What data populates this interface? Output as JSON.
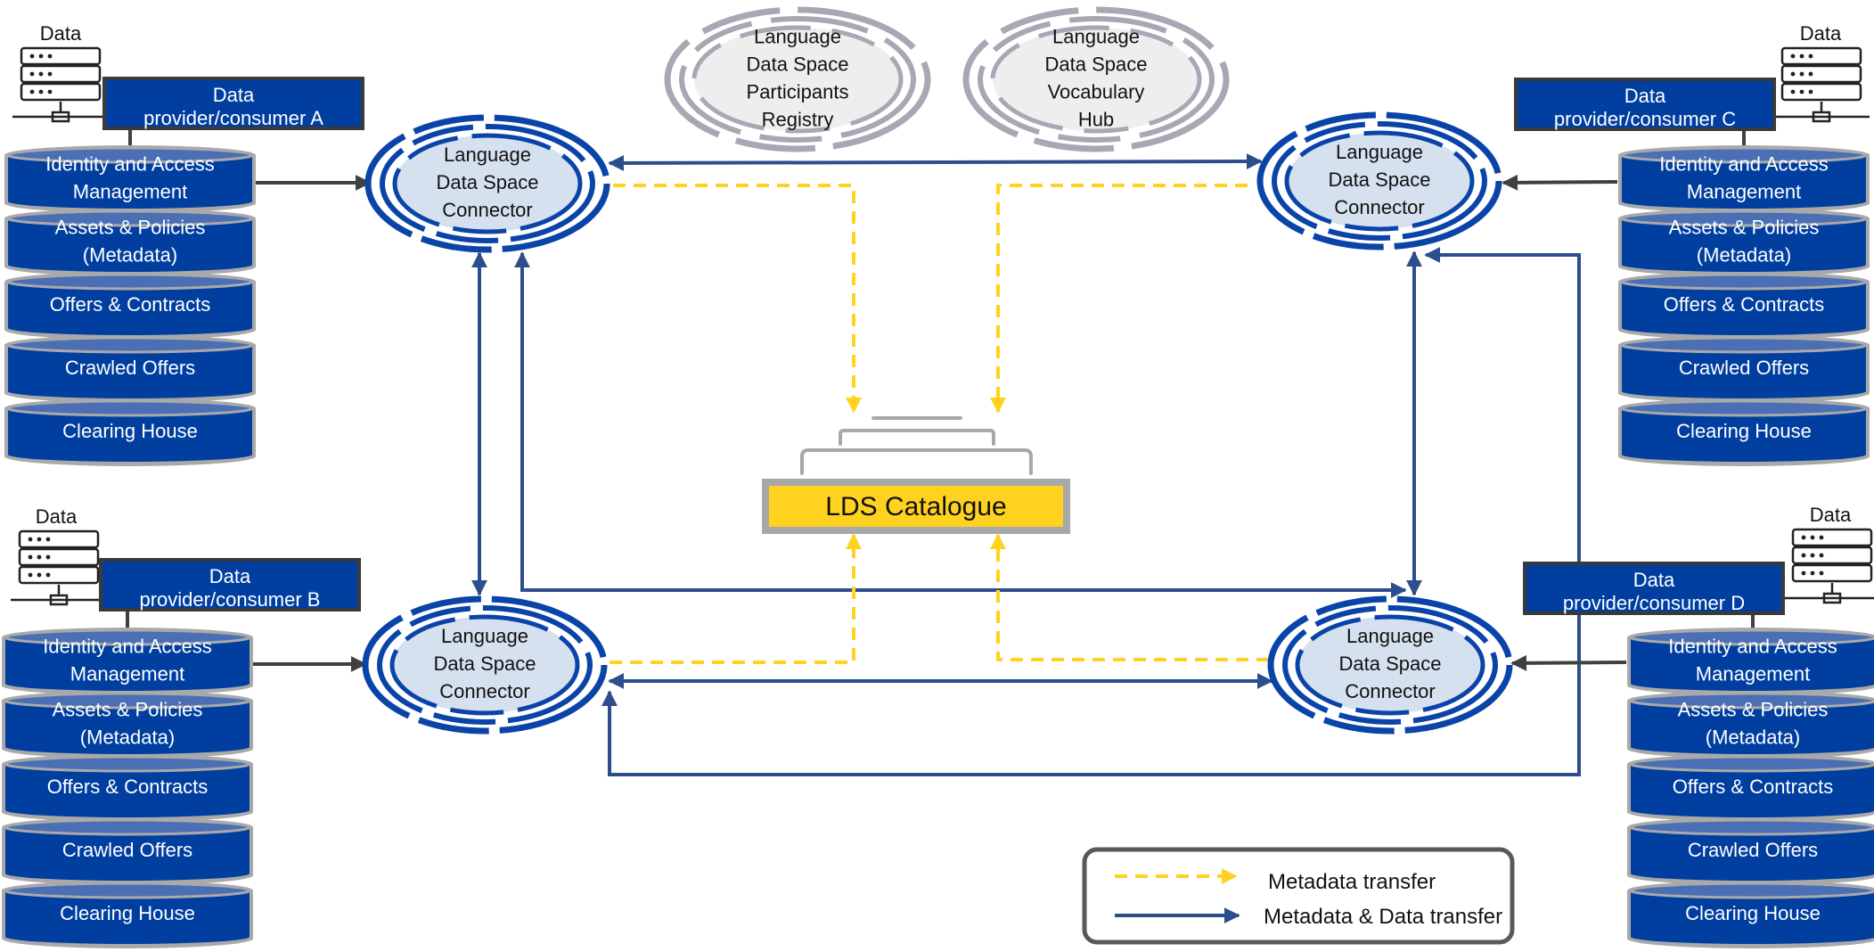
{
  "colors": {
    "blue_box": "#003fa0",
    "blue_box_border": "#1f3c73",
    "cylinder_rim": "#a9a9a9",
    "connector_fill": "#d6e1ef",
    "connector_ring": "#0a44a8",
    "arrow_blue": "#2d4e8c",
    "arrow_gray": "#404040",
    "dashed_yellow": "#ffd21f",
    "catalogue_fill": "#ffd21f",
    "catalogue_border": "#a8a8a8",
    "hub_fill": "#eeeeee",
    "hub_ring": "#a8a8b4"
  },
  "providers": [
    {
      "server_label": "Data",
      "title_line1": "Data",
      "title_line2": "provider/consumer A",
      "stack": [
        [
          "Identity and Access",
          "Management"
        ],
        [
          "Assets & Policies",
          "(Metadata)"
        ],
        [
          "Offers & Contracts"
        ],
        [
          "Crawled Offers"
        ],
        [
          "Clearing House"
        ]
      ]
    },
    {
      "server_label": "Data",
      "title_line1": "Data",
      "title_line2": "provider/consumer B",
      "stack": [
        [
          "Identity and Access",
          "Management"
        ],
        [
          "Assets & Policies",
          "(Metadata)"
        ],
        [
          "Offers & Contracts"
        ],
        [
          "Crawled Offers"
        ],
        [
          "Clearing House"
        ]
      ]
    },
    {
      "server_label": "Data",
      "title_line1": "Data",
      "title_line2": "provider/consumer C",
      "stack": [
        [
          "Identity and Access",
          "Management"
        ],
        [
          "Assets & Policies",
          "(Metadata)"
        ],
        [
          "Offers & Contracts"
        ],
        [
          "Crawled Offers"
        ],
        [
          "Clearing House"
        ]
      ]
    },
    {
      "server_label": "Data",
      "title_line1": "Data",
      "title_line2": "provider/consumer D",
      "stack": [
        [
          "Identity and Access",
          "Management"
        ],
        [
          "Assets & Policies",
          "(Metadata)"
        ],
        [
          "Offers & Contracts"
        ],
        [
          "Crawled Offers"
        ],
        [
          "Clearing House"
        ]
      ]
    }
  ],
  "connectors": [
    {
      "lines": [
        "Language",
        "Data Space",
        "Connector"
      ]
    },
    {
      "lines": [
        "Language",
        "Data Space",
        "Connector"
      ]
    },
    {
      "lines": [
        "Language",
        "Data Space",
        "Connector"
      ]
    },
    {
      "lines": [
        "Language",
        "Data Space",
        "Connector"
      ]
    }
  ],
  "hubs": [
    {
      "lines": [
        "Language",
        "Data Space",
        "Participants",
        "Registry"
      ]
    },
    {
      "lines": [
        "Language",
        "Data Space",
        "Vocabulary",
        "Hub"
      ]
    }
  ],
  "catalogue": {
    "label": "LDS Catalogue"
  },
  "legend": {
    "metadata_label": "Metadata transfer",
    "metadata_data_label": "Metadata & Data transfer"
  }
}
